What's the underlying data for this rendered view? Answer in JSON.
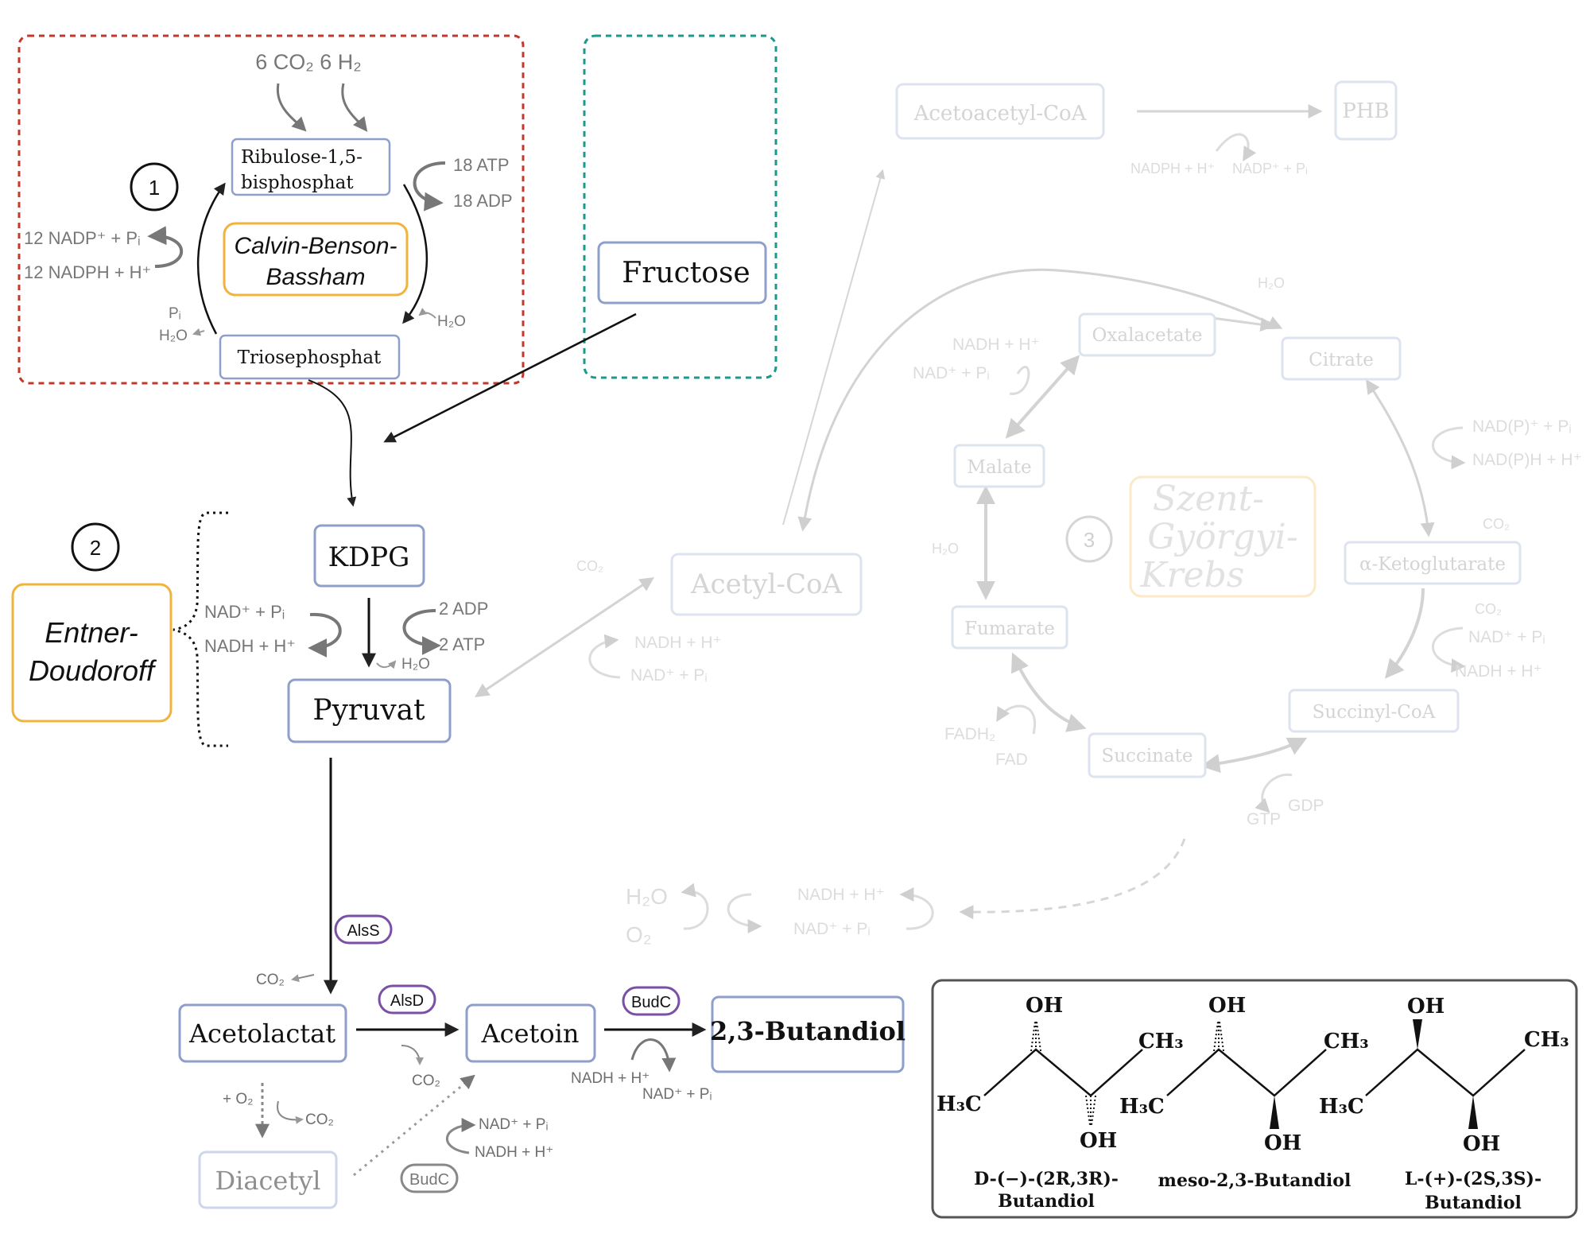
{
  "pathway_1": {
    "number": "1",
    "inputs": "6 CO₂  6 H₂",
    "ribulose": [
      "Ribulose-1,5-",
      "bisphosphat"
    ],
    "cycle_name": [
      "Calvin-Benson-",
      "Bassham"
    ],
    "triose": "Triosephosphat",
    "atp": "18 ATP",
    "adp": "18 ADP",
    "nadp": "12 NADP⁺ + Pᵢ",
    "nadph": "12 NADPH + H⁺",
    "pi": "Pᵢ",
    "h2o_out": "H₂O",
    "h2o_in": "H₂O"
  },
  "fructose": "Fructose",
  "pathway_2": {
    "number": "2",
    "name": [
      "Entner-",
      "Doudoroff"
    ],
    "kdpg": "KDPG",
    "pyruvat": "Pyruvat",
    "nad": "NAD⁺ + Pᵢ",
    "nadh": "NADH + H⁺",
    "adp": "2 ADP",
    "atp": "2 ATP",
    "h2o": "H₂O"
  },
  "pathway_3": {
    "number": "3",
    "name": [
      "Szent-",
      "Györgyi-",
      "Krebs"
    ],
    "acetyl_coa": "Acetyl-CoA",
    "acetoacetyl_coa": "Acetoacetyl-CoA",
    "phb": "PHB",
    "phb_nadph": "NADPH + H⁺",
    "phb_nadp": "NADP⁺ + Pᵢ",
    "oxalacetate": "Oxalacetate",
    "citrate": "Citrate",
    "malate": "Malate",
    "fumarate": "Fumarate",
    "succinate": "Succinate",
    "succinyl_coa": "Succinyl-CoA",
    "ketoglutarate": "α-Ketoglutarate",
    "h2o_citrate": "H₂O",
    "nad_mal": "NADH + H⁺",
    "nadplus_mal": "NAD⁺ + Pᵢ",
    "h2o_fum": "H₂O",
    "fadh2": "FADH₂",
    "fad": "FAD",
    "gtp": "GTP",
    "gdp": "GDP",
    "nadp_iso": "NAD(P)⁺ + Pᵢ",
    "nadph_iso": "NAD(P)H + H⁺",
    "co2_iso": "CO₂",
    "co2_kg": "CO₂",
    "nad_kg": "NAD⁺ + Pᵢ",
    "nadh_kg": "NADH + H⁺",
    "co2_pdh": "CO₂",
    "nadh_pdh": "NADH + H⁺",
    "nad_pdh": "NAD⁺ + Pᵢ",
    "h2o_resp": "H₂O",
    "o2_resp": "O₂",
    "nadh_resp": "NADH + H⁺",
    "nad_resp": "NAD⁺ + Pᵢ"
  },
  "butanediol_path": {
    "alss": "AlsS",
    "alsd": "AlsD",
    "budc": "BudC",
    "budc2": "BudC",
    "acetolactat": "Acetolactat",
    "acetoin": "Acetoin",
    "butandiol": "2,3-Butandiol",
    "diacetyl": "Diacetyl",
    "co2_alss": "CO₂",
    "co2_alsd": "CO₂",
    "o2": "+ O₂",
    "co2_diacetyl": "CO₂",
    "nadh_budc": "NADH + H⁺",
    "nad_budc": "NAD⁺ + Pᵢ",
    "nad_budc2": "NAD⁺ + Pᵢ",
    "nadh_budc2": "NADH + H⁺"
  },
  "isomers": [
    {
      "name": [
        "D-(−)-(2R,3R)-",
        "Butandiol"
      ],
      "top_oh": "OH",
      "bottom_oh": "OH",
      "ch3": "CH₃",
      "h3c": "H₃C"
    },
    {
      "name": [
        "meso-2,3-Butandiol"
      ],
      "top_oh": "OH",
      "bottom_oh": "OH",
      "ch3": "CH₃",
      "h3c": "H₃C"
    },
    {
      "name": [
        "L-(+)-(2S,3S)-",
        "Butandiol"
      ],
      "top_oh": "OH",
      "bottom_oh": "OH",
      "ch3": "CH₃",
      "h3c": "H₃C"
    }
  ],
  "colors": {
    "box_border": "#8e9fcc",
    "cycle_orange": "#f0b43c",
    "calvin_frame": "#c0392b",
    "fructose_frame": "#1a9a8a",
    "enzyme_purple": "#7b4fa6",
    "faint": "#d9d9d9"
  }
}
